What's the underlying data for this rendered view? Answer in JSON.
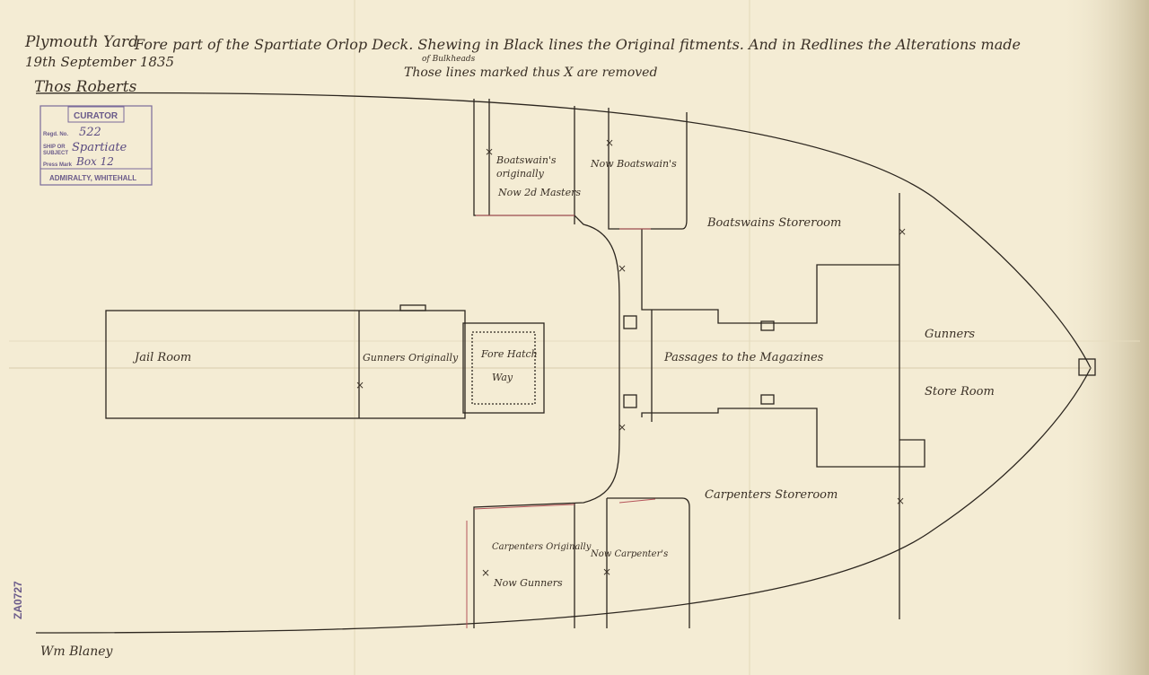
{
  "header": {
    "place": "Plymouth Yard",
    "date": "19th September 1835",
    "title": "Fore part of the Spartiate Orlop Deck. Shewing in Black lines the Original fitments. And in Redlines the Alterations made",
    "insert": "of Bulkheads",
    "subtitle": "Those lines marked thus X are removed",
    "signature_top": "Thos Roberts",
    "signature_bottom": "Wm Blaney"
  },
  "stamp": {
    "title": "CURATOR",
    "regd_label": "Regd. No.",
    "regd_value": "522",
    "ship_label_1": "SHIP OR",
    "ship_label_2": "SUBJECT",
    "ship_value": "Spartiate",
    "press_label": "Press Mark",
    "press_value": "Box 12",
    "footer": "ADMIRALTY, WHITEHALL"
  },
  "reference": "ZA0727",
  "rooms": {
    "jail": "Jail Room",
    "gunners_orig": "Gunners Originally",
    "fore_hatch_1": "Fore Hatch",
    "fore_hatch_2": "Way",
    "passages": "Passages to the Magazines",
    "gunners_store_1": "Gunners",
    "gunners_store_2": "Store Room",
    "boatswains_store": "Boatswains Storeroom",
    "carpenters_store": "Carpenters Storeroom",
    "boatswain_orig_1": "Boatswain's",
    "boatswain_orig_2": "originally",
    "now_masters": "Now 2d Masters",
    "now_boatswain": "Now Boatswain's",
    "carpenters_orig": "Carpenters Originally",
    "now_carpenters": "Now Carpenter's",
    "now_gunners": "Now Gunners"
  }
}
